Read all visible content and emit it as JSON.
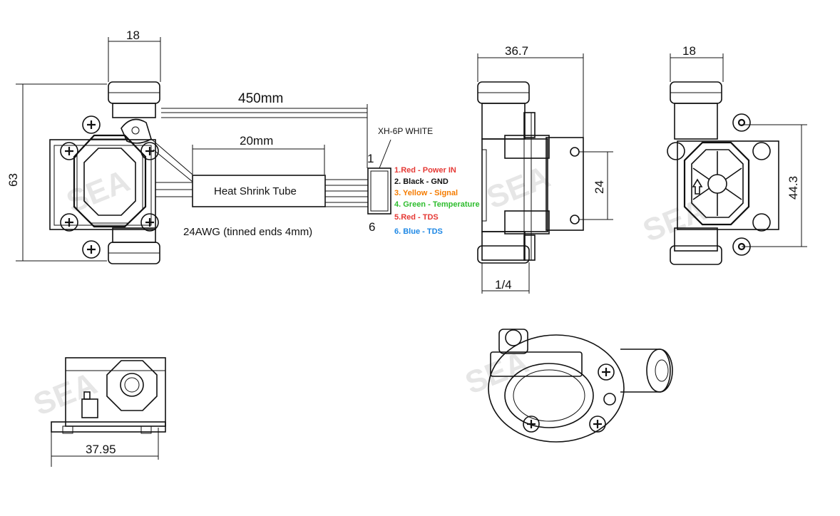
{
  "diagram": {
    "dimensions": {
      "front_width": "18",
      "front_height": "63",
      "cable_length": "450mm",
      "heat_shrink_length": "20mm",
      "side_width": "36.7",
      "side_port": "1/4",
      "side_mount_spacing": "24",
      "back_width": "18",
      "back_mount_spacing": "44.3",
      "bottom_width": "37.95"
    },
    "labels": {
      "heat_shrink": "Heat Shrink Tube",
      "wire_gauge": "24AWG (tinned ends 4mm)",
      "connector": "XH-6P WHITE",
      "pin_first": "1",
      "pin_last": "6"
    },
    "wires": [
      {
        "num": "1.",
        "color_name": "Red",
        "sep": " - ",
        "func": "Power IN",
        "color": "#e53935"
      },
      {
        "num": "2. ",
        "color_name": "Black",
        "sep": " - ",
        "func": "GND",
        "color": "#111111"
      },
      {
        "num": "3. ",
        "color_name": "Yellow",
        "sep": " - ",
        "func": "Signal",
        "color": "#f57c00"
      },
      {
        "num": "4. ",
        "color_name": "Green",
        "sep": " - ",
        "func": "Temperature",
        "color": "#2ebd2e"
      },
      {
        "num": "5.",
        "color_name": "Red",
        "sep": " - ",
        "func": "TDS",
        "color": "#e53935"
      },
      {
        "num": "6. ",
        "color_name": "Blue",
        "sep": " - ",
        "func": "TDS",
        "color": "#1e88e5"
      }
    ],
    "watermark": "SEA"
  }
}
